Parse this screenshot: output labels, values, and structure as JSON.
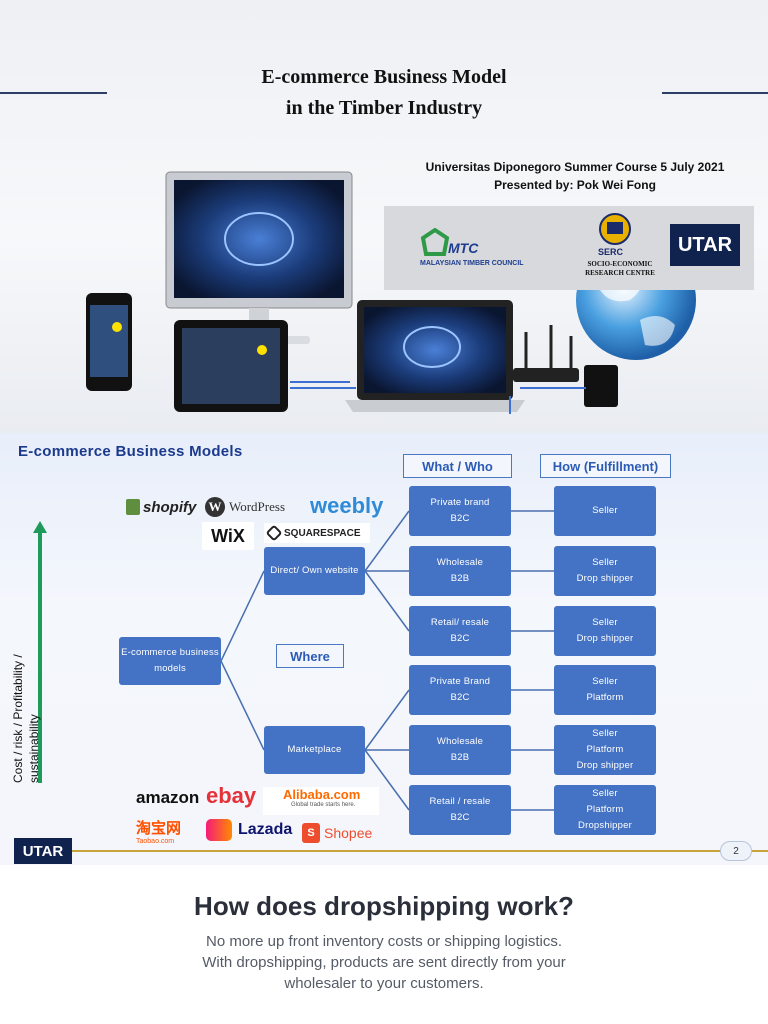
{
  "slide1": {
    "title_line1": "E-commerce Business Model",
    "title_line2": "in the Timber Industry",
    "course": "Universitas Diponegoro Summer Course 5 July 2021",
    "presenter": "Presented by: Pok Wei Fong",
    "logos": {
      "mtc_short": "MTC",
      "mtc_full": "MALAYSIAN TIMBER COUNCIL",
      "serc_short": "SERC",
      "serc_full": "SOCIO-ECONOMIC RESEARCH CENTRE",
      "utar": "UTAR"
    }
  },
  "slide2": {
    "title": "E-commerce Business Models",
    "tags": {
      "what_who": "What / Who",
      "how": "How (Fulfillment)",
      "where": "Where"
    },
    "root": "E-commerce business models",
    "branches": {
      "direct": "Direct/ Own website",
      "marketplace": "Marketplace"
    },
    "what_who": [
      {
        "line1": "Private brand",
        "line2": "B2C"
      },
      {
        "line1": "Wholesale",
        "line2": "B2B"
      },
      {
        "line1": "Retail/ resale",
        "line2": "B2C"
      },
      {
        "line1": "Private Brand",
        "line2": "B2C"
      },
      {
        "line1": "Wholesale",
        "line2": "B2B"
      },
      {
        "line1": "Retail / resale",
        "line2": "B2C"
      }
    ],
    "fulfillment": [
      [
        "Seller"
      ],
      [
        "Seller",
        "Drop shipper"
      ],
      [
        "Seller",
        "Drop shipper"
      ],
      [
        "Seller",
        "Platform"
      ],
      [
        "Seller",
        "Platform",
        "Drop shipper"
      ],
      [
        "Seller",
        "Platform",
        "Dropshipper"
      ]
    ],
    "axis_label": "Cost / risk / Profitability / sustainability",
    "website_brands": {
      "shopify": "shopify",
      "wordpress": "WordPress",
      "weebly": "weebly",
      "wix": "WiX",
      "squarespace": "SQUARESPACE"
    },
    "marketplace_brands": {
      "amazon": "amazon",
      "ebay": "ebay",
      "alibaba": "Alibaba.com",
      "alibaba_tagline": "Global trade starts here.",
      "taobao": "淘宝网",
      "taobao_sub": "Taobao.com",
      "lazada": "Lazada",
      "shopee": "Shopee"
    },
    "utar": "UTAR",
    "page_number": "2"
  },
  "slide3": {
    "title": "How does dropshipping work?",
    "body_line1": "No more up front inventory costs or shipping logistics.",
    "body_line2": "With dropshipping, products are sent directly from your",
    "body_line3": "wholesaler to your customers."
  },
  "colors": {
    "node_blue": "#4472c4",
    "title_blue": "#1b3a8c",
    "arrow_green": "#1e9a5a",
    "utar_navy": "#10234f"
  }
}
